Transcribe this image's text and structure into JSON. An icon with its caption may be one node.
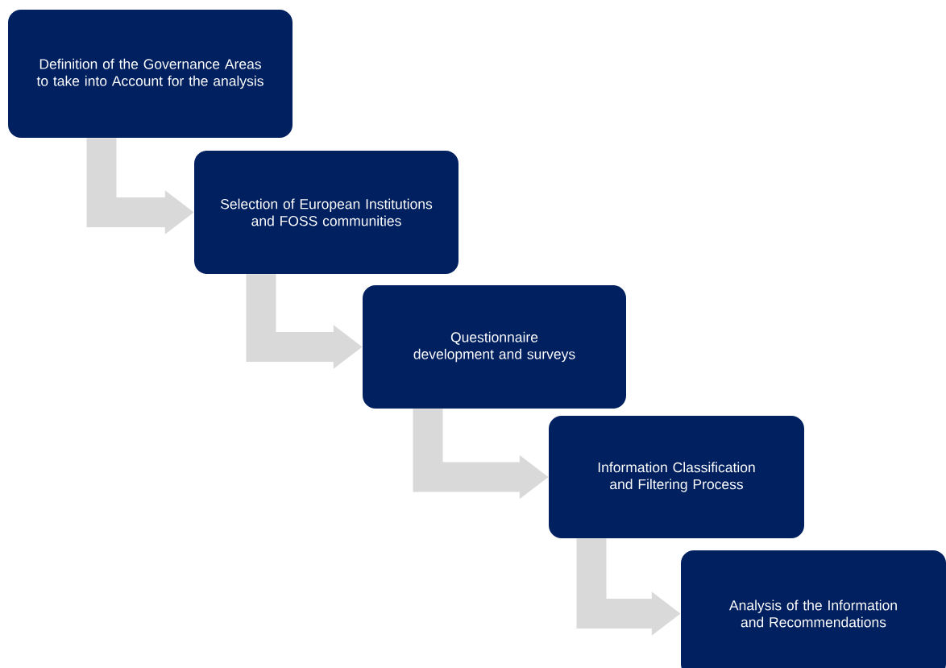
{
  "diagram": {
    "nodes": [
      {
        "text": [
          "Definition of the Governance Areas to take into Account for the analysis"
        ]
      },
      {
        "text": [
          "Selection of European Institutions and FOSS communities"
        ]
      },
      {
        "text": [
          "Questionnaire development and surveys"
        ]
      },
      {
        "text": [
          "Information Classification and Filtering Process"
        ]
      },
      {
        "text": [
          "Analysis of the Information and Recommendations"
        ]
      }
    ],
    "edges": [
      {
        "from": 0,
        "to": 1,
        "arrow": "to"
      },
      {
        "from": 1,
        "to": 2,
        "arrow": "to"
      },
      {
        "from": 2,
        "to": 3,
        "arrow": "to"
      },
      {
        "from": 3,
        "to": 4,
        "arrow": "to"
      }
    ]
  }
}
